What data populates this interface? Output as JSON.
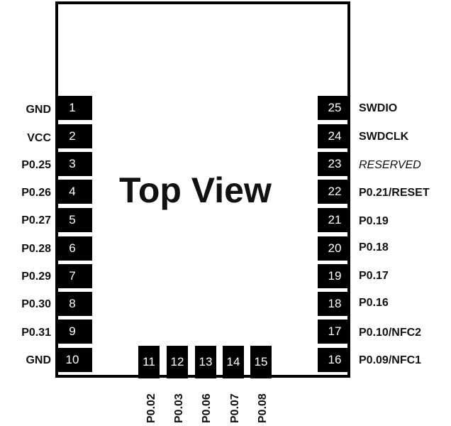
{
  "title": "Top View",
  "colors": {
    "pad": "#000000",
    "outline": "#000000",
    "text": "#111111"
  },
  "pins_left": [
    {
      "num": "1",
      "label": "GND"
    },
    {
      "num": "2",
      "label": "VCC"
    },
    {
      "num": "3",
      "label": "P0.25"
    },
    {
      "num": "4",
      "label": "P0.26"
    },
    {
      "num": "5",
      "label": "P0.27"
    },
    {
      "num": "6",
      "label": "P0.28"
    },
    {
      "num": "7",
      "label": "P0.29"
    },
    {
      "num": "8",
      "label": "P0.30"
    },
    {
      "num": "9",
      "label": "P0.31"
    },
    {
      "num": "10",
      "label": "GND"
    }
  ],
  "pins_right": [
    {
      "num": "25",
      "label": "SWDIO"
    },
    {
      "num": "24",
      "label": "SWDCLK"
    },
    {
      "num": "23",
      "label": "RESERVED"
    },
    {
      "num": "22",
      "label": "P0.21/RESET"
    },
    {
      "num": "21",
      "label": "P0.19"
    },
    {
      "num": "20",
      "label": "P0.18"
    },
    {
      "num": "19",
      "label": "P0.17"
    },
    {
      "num": "18",
      "label": "P0.16"
    },
    {
      "num": "17",
      "label": "P0.10/NFC2"
    },
    {
      "num": "16",
      "label": "P0.09/NFC1"
    }
  ],
  "pins_bottom": [
    {
      "num": "11",
      "label": "P0.02"
    },
    {
      "num": "12",
      "label": "P0.03"
    },
    {
      "num": "13",
      "label": "P0.06"
    },
    {
      "num": "14",
      "label": "P0.07"
    },
    {
      "num": "15",
      "label": "P0.08"
    }
  ]
}
